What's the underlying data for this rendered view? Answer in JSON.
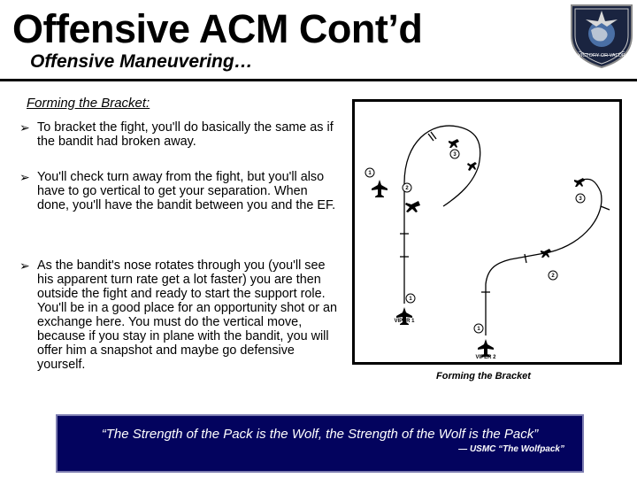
{
  "slide": {
    "title": "Offensive ACM Cont’d",
    "subtitle": "Offensive Maneuvering…",
    "section_heading": "Forming the Bracket:",
    "bullets": [
      "To bracket the fight, you'll do basically the same as if the bandit had broken away.",
      "You'll check turn away from the fight, but you'll also have to go vertical to get your separation. When done, you'll have the bandit between you and the EF.",
      "As the bandit's nose rotates through you (you'll see his apparent turn rate get a lot faster) you are then outside the fight and ready to start the support role. You'll be in a good place for an opportunity shot or an exchange here. You must do the vertical move, because if you stay in plane with the bandit, you will offer him a snapshot and maybe go defensive yourself."
    ],
    "bullet_icon": "arrowhead-bullet-icon",
    "emblem_icon": "squadron-emblem-icon",
    "emblem_text": "VICTORY OR VALOR"
  },
  "figure": {
    "caption": "Forming the Bracket",
    "label_viper1": "VIPER 1",
    "label_viper2": "VIPER 2",
    "marker_labels": [
      "1",
      "2",
      "3"
    ]
  },
  "quote": {
    "text": "“The Strength of the Pack is the Wolf, the Strength of the Wolf is the Pack”",
    "attribution": "— USMC “The Wolfpack”"
  },
  "colors": {
    "quote_background": "#03035e",
    "quote_text": "#ffffff",
    "emblem_fill": "#1a2440"
  }
}
